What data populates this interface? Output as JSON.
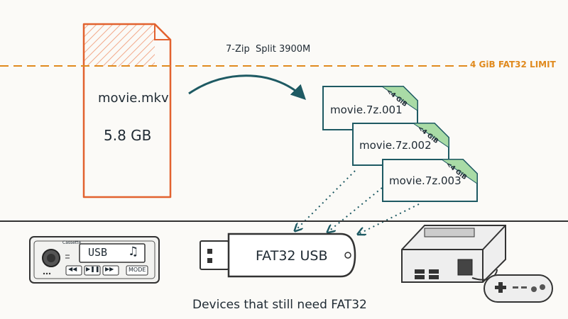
{
  "limit": {
    "label": "4 GiB FAT32 LIMIT",
    "color": "#e08a1e"
  },
  "split_tool": {
    "label": "7-Zip  Split 3900M"
  },
  "source_file": {
    "name": "movie.mkv",
    "size": "5.8 GB",
    "color": "#e2622f"
  },
  "parts": [
    {
      "name": "movie.7z.001",
      "badge": "<4 GiB"
    },
    {
      "name": "movie.7z.002",
      "badge": "<4 GiB"
    },
    {
      "name": "movie.7z.003",
      "badge": "<4 GiB"
    }
  ],
  "part_color": "#1e5a63",
  "badge_color": "#a9dba6",
  "usb": {
    "label": "FAT32 USB"
  },
  "car_radio": {
    "brand": "Cassette",
    "display": "USB",
    "buttons": [
      "◀◀",
      "▶❚❚",
      "▶▶",
      "MODE"
    ]
  },
  "caption": "Devices that still need FAT32"
}
